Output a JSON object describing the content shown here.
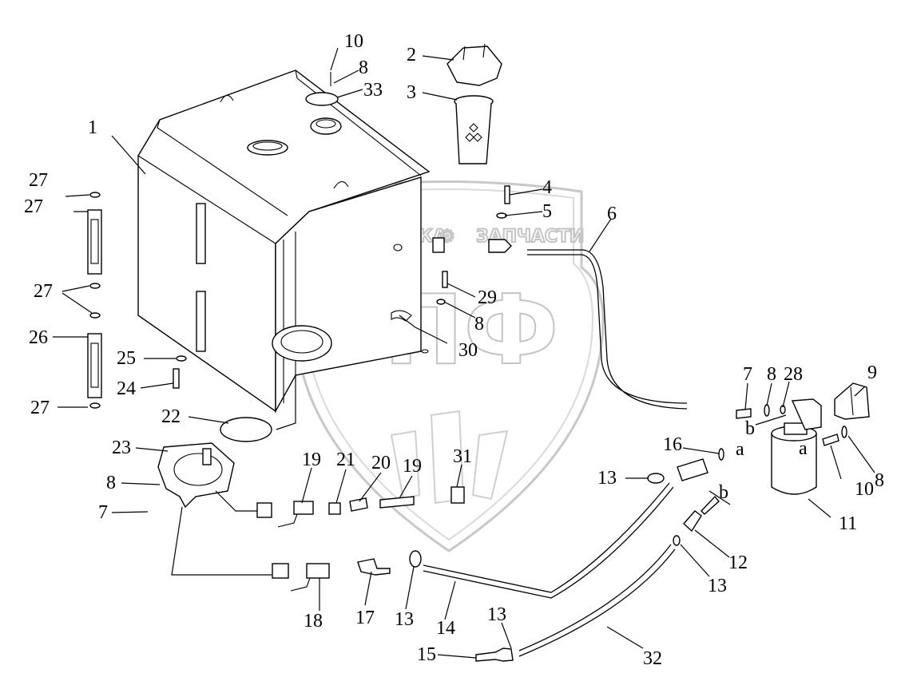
{
  "watermark": {
    "line1_left": "ТЕХНИКА",
    "line1_right": "ЗАПЧАСТИ",
    "emblem": "ЭПФ"
  },
  "callouts": [
    {
      "id": "c1",
      "text": "1"
    },
    {
      "id": "c2",
      "text": "2"
    },
    {
      "id": "c3",
      "text": "3"
    },
    {
      "id": "c4",
      "text": "4"
    },
    {
      "id": "c5",
      "text": "5"
    },
    {
      "id": "c6",
      "text": "6"
    },
    {
      "id": "c7a",
      "text": "7"
    },
    {
      "id": "c7b",
      "text": "7"
    },
    {
      "id": "c8a",
      "text": "8"
    },
    {
      "id": "c8b",
      "text": "8"
    },
    {
      "id": "c8c",
      "text": "8"
    },
    {
      "id": "c8d",
      "text": "8"
    },
    {
      "id": "c8e",
      "text": "8"
    },
    {
      "id": "c9",
      "text": "9"
    },
    {
      "id": "c10a",
      "text": "10"
    },
    {
      "id": "c10b",
      "text": "10"
    },
    {
      "id": "c11",
      "text": "11"
    },
    {
      "id": "c12",
      "text": "12"
    },
    {
      "id": "c13a",
      "text": "13"
    },
    {
      "id": "c13b",
      "text": "13"
    },
    {
      "id": "c13c",
      "text": "13"
    },
    {
      "id": "c13d",
      "text": "13"
    },
    {
      "id": "c14",
      "text": "14"
    },
    {
      "id": "c15",
      "text": "15"
    },
    {
      "id": "c16",
      "text": "16"
    },
    {
      "id": "c17",
      "text": "17"
    },
    {
      "id": "c18",
      "text": "18"
    },
    {
      "id": "c19a",
      "text": "19"
    },
    {
      "id": "c19b",
      "text": "19"
    },
    {
      "id": "c20",
      "text": "20"
    },
    {
      "id": "c21",
      "text": "21"
    },
    {
      "id": "c22",
      "text": "22"
    },
    {
      "id": "c23",
      "text": "23"
    },
    {
      "id": "c24",
      "text": "24"
    },
    {
      "id": "c25",
      "text": "25"
    },
    {
      "id": "c26",
      "text": "26"
    },
    {
      "id": "c27a",
      "text": "27"
    },
    {
      "id": "c27b",
      "text": "27"
    },
    {
      "id": "c27c",
      "text": "27"
    },
    {
      "id": "c27d",
      "text": "27"
    },
    {
      "id": "c28",
      "text": "28"
    },
    {
      "id": "c29",
      "text": "29"
    },
    {
      "id": "c30",
      "text": "30"
    },
    {
      "id": "c31",
      "text": "31"
    },
    {
      "id": "c32",
      "text": "32"
    },
    {
      "id": "c33",
      "text": "33"
    },
    {
      "id": "ca1",
      "text": "a"
    },
    {
      "id": "ca2",
      "text": "a"
    },
    {
      "id": "cb1",
      "text": "b"
    },
    {
      "id": "cb2",
      "text": "b"
    }
  ]
}
